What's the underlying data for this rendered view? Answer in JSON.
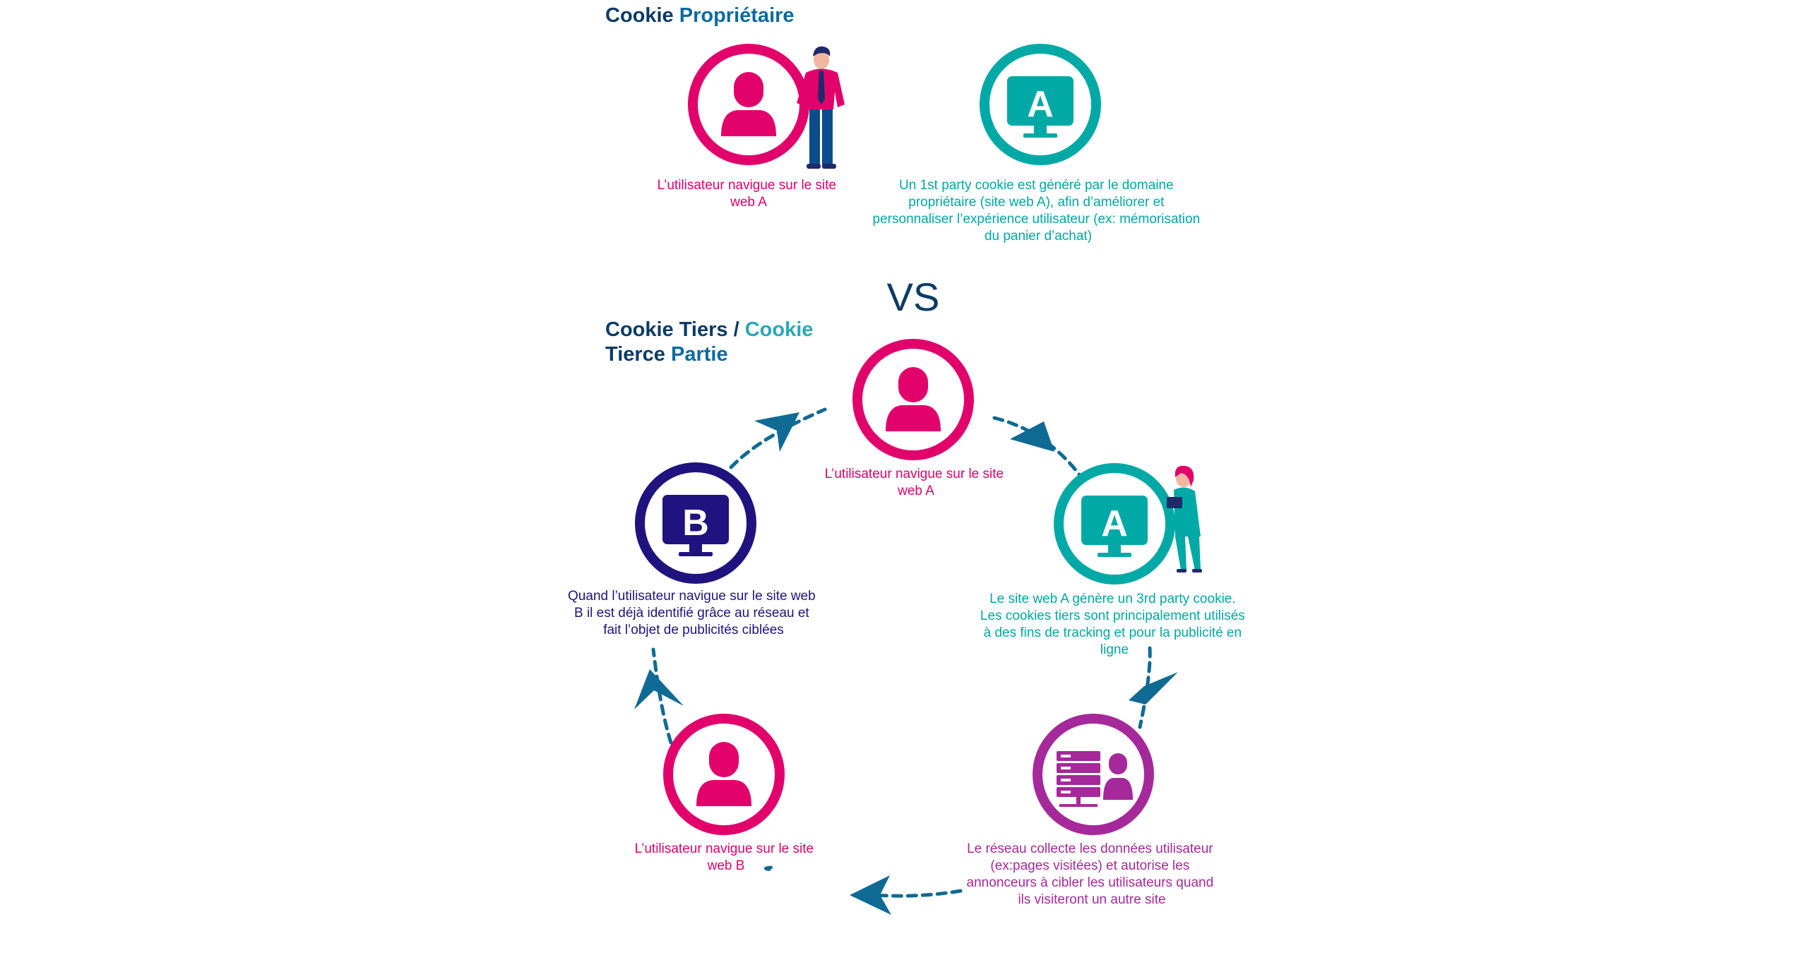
{
  "colors": {
    "magenta": "#e2006b",
    "teal": "#00a9a5",
    "navy": "#0b3b66",
    "indigo": "#20137f",
    "purple": "#a5299a",
    "arrow": "#0f6a94"
  },
  "first_party": {
    "title_a": "Cookie",
    "title_b": "Propriétaire",
    "user_caption": [
      "L’utilisateur navigue sur le site",
      "web A"
    ],
    "site_letter": "A",
    "site_caption": [
      "Un 1st party cookie est généré par le domaine",
      "propriétaire (site web A), afin d’améliorer et",
      "personnaliser l’expérience utilisateur (ex: mémorisation",
      "du panier d’achat)"
    ]
  },
  "vs_label": "VS",
  "third_party": {
    "title_line1_a": "Cookie Tiers /",
    "title_line1_b": "Cookie",
    "title_line2_a": "Tierce",
    "title_line2_b": "Partie",
    "user_a_caption": [
      "L’utilisateur navigue sur le site",
      "web A"
    ],
    "site_a_letter": "A",
    "site_a_caption": [
      "Le site web A génère un 3rd party cookie.",
      "Les cookies tiers sont principalement utilisés",
      "à des fins de tracking et pour la publicité en",
      "ligne"
    ],
    "network_caption": [
      "Le réseau collecte les données utilisateur",
      "(ex:pages visitées) et autorise les",
      "annonceurs à cibler les utilisateurs quand",
      "ils visiteront un autre site"
    ],
    "user_b_caption": [
      "L’utilisateur navigue sur le site",
      "web B"
    ],
    "site_b_letter": "B",
    "site_b_caption": [
      "Quand l’utilisateur navigue sur le site web",
      "B il est déjà identifié grâce au réseau et",
      "fait l’objet de publicités ciblées"
    ]
  }
}
